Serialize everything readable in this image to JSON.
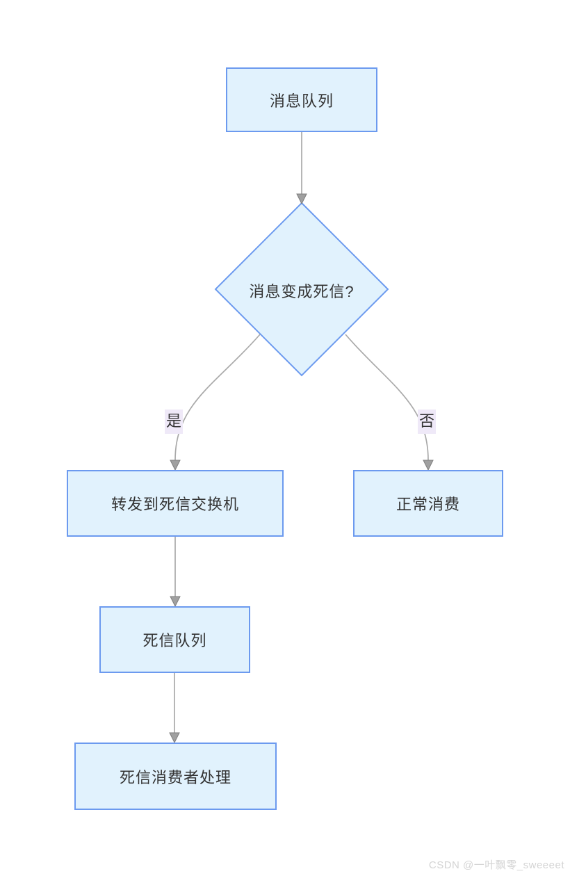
{
  "nodes": {
    "message_queue": {
      "label": "消息队列"
    },
    "decision": {
      "label": "消息变成死信?"
    },
    "forward_dlx": {
      "label": "转发到死信交换机"
    },
    "normal_consume": {
      "label": "正常消费"
    },
    "dead_letter_queue": {
      "label": "死信队列"
    },
    "dlq_consumer": {
      "label": "死信消费者处理"
    }
  },
  "edge_labels": {
    "yes": "是",
    "no": "否"
  },
  "colors": {
    "node_fill": "#E1F2FD",
    "node_border": "#6C9AEF",
    "connector": "#A9A9A9",
    "arrowhead": "#8F8F8F",
    "edge_label_bg": "#EFE9F8",
    "text": "#333333",
    "watermark": "#D4D4D4"
  },
  "watermark": "CSDN @一叶飘零_sweeeet"
}
